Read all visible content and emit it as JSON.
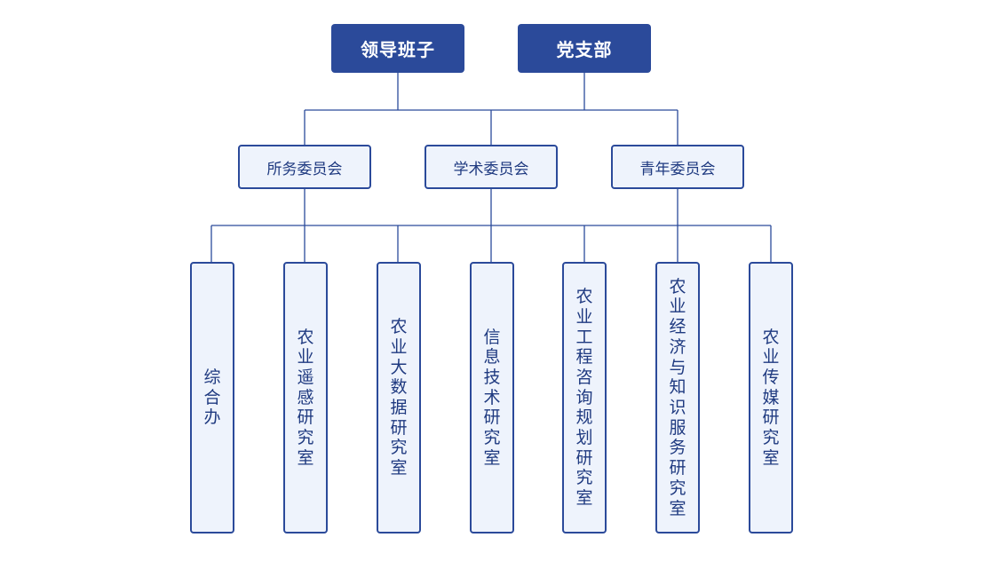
{
  "top": [
    {
      "label": "领导班子"
    },
    {
      "label": "党支部"
    }
  ],
  "committees": [
    {
      "label": "所务委员会"
    },
    {
      "label": "学术委员会"
    },
    {
      "label": "青年委员会"
    }
  ],
  "units": [
    {
      "label": "综合办"
    },
    {
      "label": "农业遥感研究室"
    },
    {
      "label": "农业大数据研究室"
    },
    {
      "label": "信息技术研究室"
    },
    {
      "label": "农业工程咨询规划研究室"
    },
    {
      "label": "农业经济与知识服务研究室"
    },
    {
      "label": "农业传媒研究室"
    }
  ],
  "colors": {
    "primary": "#2b4a9a",
    "box_fill": "#eef3fc",
    "text": "#1f3a80"
  }
}
